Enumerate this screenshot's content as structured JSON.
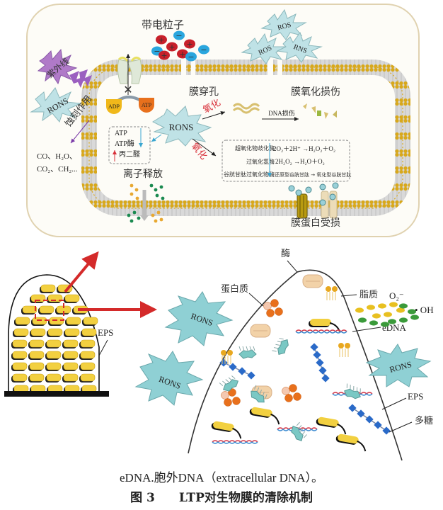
{
  "top_panel": {
    "charged_particles_label": "带电粒子",
    "charged_particles": [
      "+",
      "−",
      "+",
      "+",
      "−",
      "+",
      "−",
      "+",
      "−"
    ],
    "uv_label": "紫外线",
    "rons_left_label": "RONS",
    "etching_label": "蚀刻作用",
    "etching_products": [
      "CO、H₂O、",
      "CO₂、CH₂..."
    ],
    "pore_label": "膜穿孔",
    "adp_label": "ADP",
    "atp_label": "ATP",
    "ros_labels": [
      "ROS",
      "ROS",
      "RNS"
    ],
    "membrane_oxidation_label": "膜氧化损伤",
    "rons_center_label": "RONS",
    "oxidation_label_1": "氧化",
    "oxidation_label_2": "氧化",
    "dna_damage_label": "DNA损伤",
    "metabolite_box": {
      "items": [
        "ATP",
        "ATP酶",
        "丙二醛"
      ]
    },
    "ion_release_label": "离子释放",
    "enzyme_box": {
      "enzymes": [
        "超氧化物歧化酶",
        "过氧化氢酶",
        "谷胱甘肽过氧化物酶"
      ],
      "reactions": [
        "2O₂＋2H⁺ →H₂O₂＋O₂",
        "2H₂O₂ →H₂O＋O₂",
        "还原型谷胱甘肽 → 氧化型谷胱甘肽"
      ]
    },
    "membrane_protein_label": "膜蛋白受损"
  },
  "bottom_panel": {
    "eps_left_label": "EPS",
    "rons_labels": [
      "RONS",
      "RONS",
      "RONS"
    ],
    "enzyme_label": "酶",
    "protein_label": "蛋白质",
    "lipid_label": "脂质",
    "superoxide_label": "O₂⁻",
    "hydroxyl_label": "• OH",
    "edna_label": "eDNA",
    "eps_right_label": "EPS",
    "polysaccharide_label": "多糖"
  },
  "caption": {
    "note": "eDNA.胞外DNA（extracellular DNA）。",
    "figure_number": "图 3",
    "title": "LTP对生物膜的清除机制"
  },
  "colors": {
    "panel_border": "#e0d2b0",
    "panel_bg": "#fdfcf7",
    "lipid_head": "#d8a81c",
    "positive_particle": "#c8202a",
    "negative_particle": "#2aa6de",
    "rons_burst": "#a8d8dc",
    "uv_burst": "#b07ac8",
    "red_text": "#d8303a",
    "arrow_red": "#d42a2a",
    "bacteria_yellow": "#f2d040"
  }
}
